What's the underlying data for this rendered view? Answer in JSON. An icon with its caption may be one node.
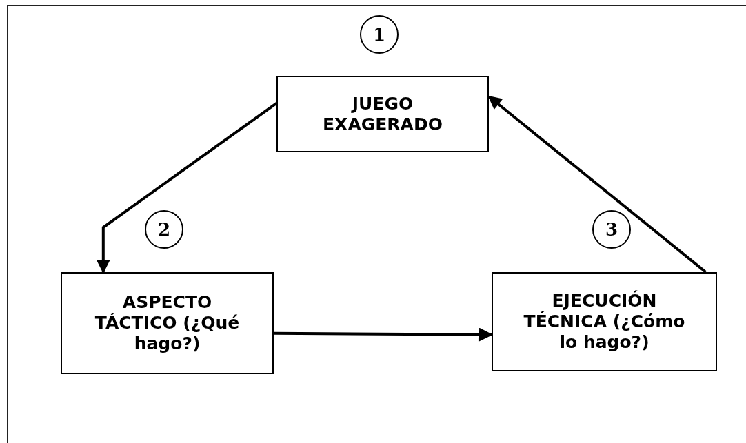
{
  "diagram": {
    "nodes": [
      {
        "text": [
          "1"
        ]
      },
      {
        "text": [
          "JUEGO EXAGERADO"
        ]
      },
      {
        "text": [
          "2"
        ]
      },
      {
        "text": [
          "3"
        ]
      },
      {
        "text": [
          "ASPECTO TÁCTICO (¿Qué hago?)"
        ]
      },
      {
        "text": [
          "EJECUCIÓN TÉCNICA (¿Cómo lo hago?)"
        ]
      }
    ],
    "edges": [
      {
        "from": 1,
        "to": 4,
        "arrow": "to"
      },
      {
        "from": 4,
        "to": 5,
        "arrow": "to"
      },
      {
        "from": 5,
        "to": 1,
        "arrow": "to"
      }
    ]
  }
}
